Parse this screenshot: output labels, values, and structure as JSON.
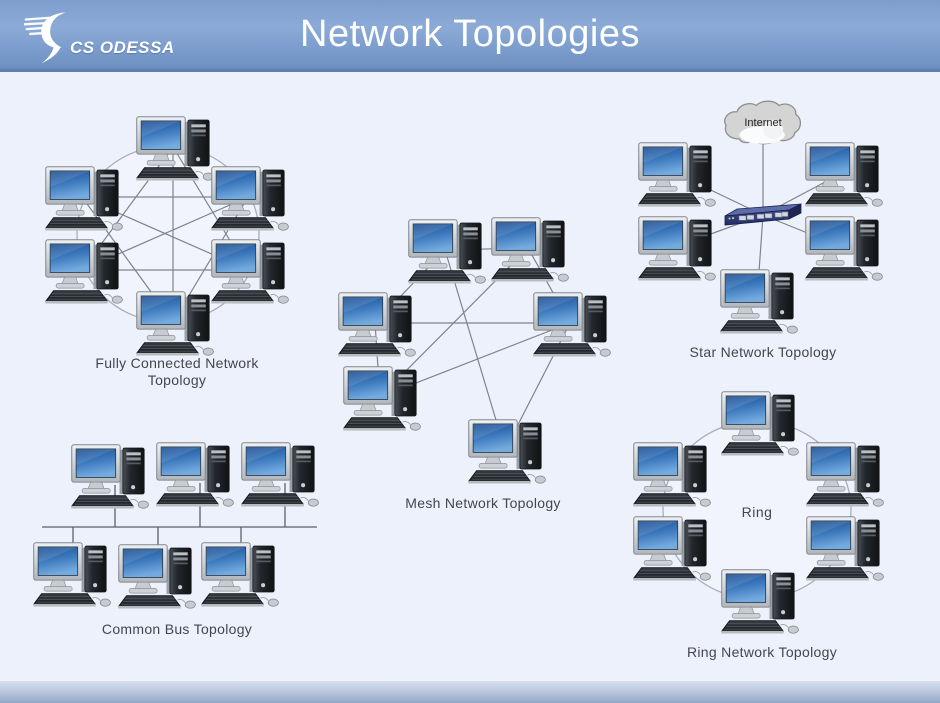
{
  "header": {
    "brand": "CS ODESSA",
    "title": "Network Topologies"
  },
  "diagrams": {
    "fully_connected": {
      "label_lines": [
        "Fully Connected Network",
        "Topology"
      ],
      "computers": 6,
      "edges": [
        [
          0,
          1
        ],
        [
          1,
          2
        ],
        [
          2,
          3
        ],
        [
          3,
          4
        ],
        [
          4,
          5
        ],
        [
          5,
          0
        ],
        [
          0,
          2
        ],
        [
          0,
          3
        ],
        [
          0,
          4
        ],
        [
          1,
          3
        ],
        [
          1,
          4
        ],
        [
          1,
          5
        ],
        [
          2,
          4
        ],
        [
          2,
          5
        ],
        [
          3,
          5
        ]
      ]
    },
    "mesh": {
      "label": "Mesh Network Topology",
      "computers": 6,
      "edges": [
        [
          0,
          1
        ],
        [
          0,
          2
        ],
        [
          0,
          5
        ],
        [
          1,
          3
        ],
        [
          1,
          4
        ],
        [
          2,
          3
        ],
        [
          2,
          4
        ],
        [
          3,
          4
        ],
        [
          3,
          5
        ]
      ]
    },
    "star": {
      "label": "Star Network Topology",
      "cloud_label": "Internet",
      "computers": 5,
      "hub": "switch"
    },
    "bus": {
      "label": "Common Bus Topology",
      "computers": 6
    },
    "ring": {
      "label": "Ring Network Topology",
      "center_label": "Ring",
      "computers": 6
    }
  },
  "colors": {
    "header_blue": "#7d9ecd",
    "background": "#edf1fb",
    "label_text": "#45454d",
    "connection_line": "#7f848c",
    "screen_blue": "#3c79bd",
    "switch_navy": "#39458c"
  }
}
